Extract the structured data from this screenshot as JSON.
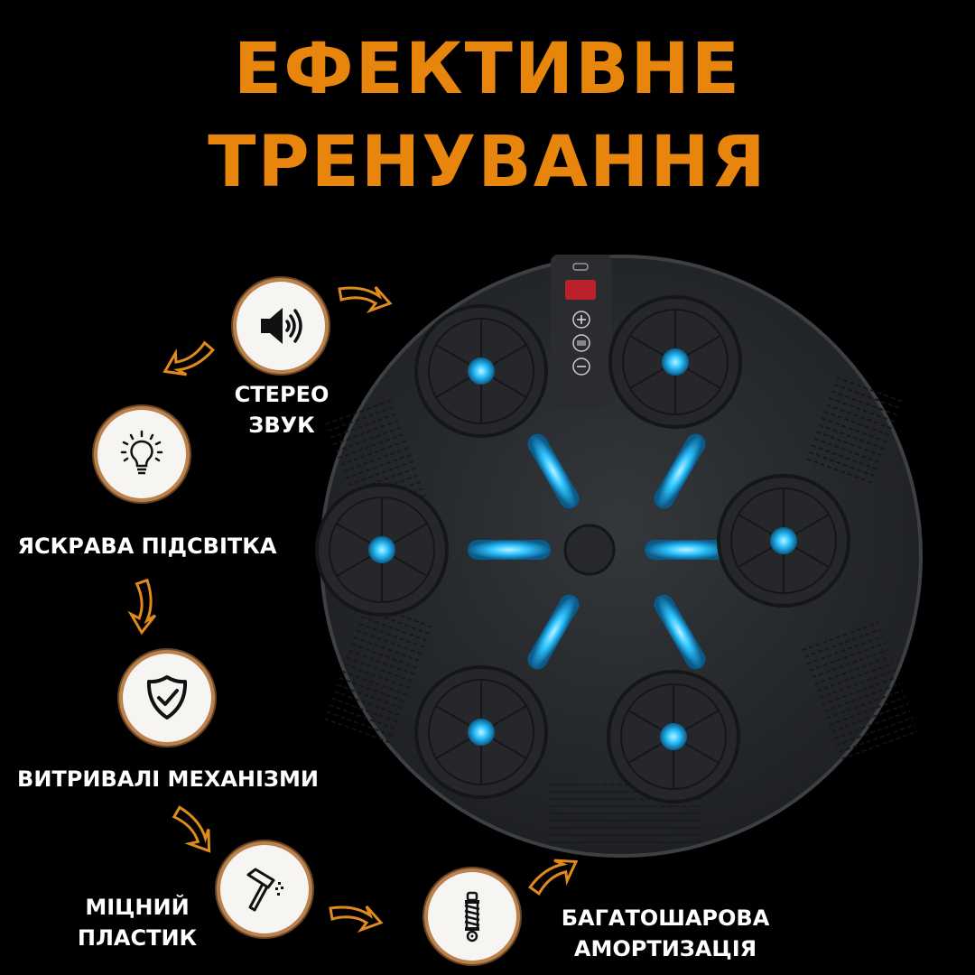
{
  "title": {
    "line1": "ЕФЕКТИВНЕ",
    "line2": "ТРЕНУВАННЯ",
    "color": "#e8850c"
  },
  "features": [
    {
      "icon": "speaker-icon",
      "label_lines": [
        "СТЕРЕО",
        "ЗВУК"
      ]
    },
    {
      "icon": "lightbulb-icon",
      "label_lines": [
        "ЯСКРАВА ПІДСВІТКА"
      ]
    },
    {
      "icon": "shield-check-icon",
      "label_lines": [
        "ВИТРИВАЛІ МЕХАНІЗМИ"
      ]
    },
    {
      "icon": "hammer-icon",
      "label_lines": [
        "МІЦНИЙ",
        "ПЛАСТИК"
      ]
    },
    {
      "icon": "shock-absorber-icon",
      "label_lines": [
        "БАГАТОШАРОВА",
        "АМОРТИЗАЦІЯ"
      ]
    }
  ],
  "product": {
    "name": "boxing-music-machine",
    "display_color": "#d4202a",
    "light_color": "#2ec4ff",
    "body_color": "#2b2d30",
    "targets": 6,
    "controls": [
      "+",
      "mode",
      "−"
    ]
  },
  "accent": {
    "arrow_color": "#e08a1e",
    "ring_color": "#b9814c"
  }
}
